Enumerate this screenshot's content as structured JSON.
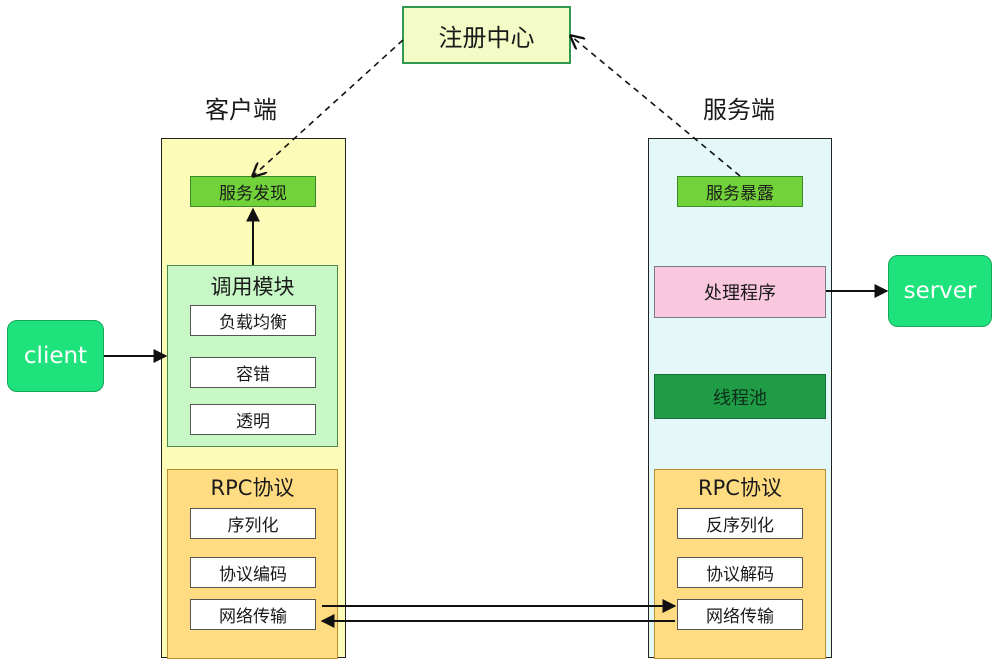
{
  "registry": {
    "label": "注册中心"
  },
  "client_side": {
    "heading": "客户端",
    "discovery": "服务发现",
    "call_module": {
      "title": "调用模块",
      "items": [
        "负载均衡",
        "容错",
        "透明"
      ]
    },
    "rpc": {
      "title": "RPC协议",
      "items": [
        "序列化",
        "协议编码",
        "网络传输"
      ]
    }
  },
  "server_side": {
    "heading": "服务端",
    "exposure": "服务暴露",
    "handler": "处理程序",
    "thread_pool": "线程池",
    "rpc": {
      "title": "RPC协议",
      "items": [
        "反序列化",
        "协议解码",
        "网络传输"
      ]
    }
  },
  "client_node": "client",
  "server_node": "server",
  "colors": {
    "client_column": "#fdfbb8",
    "server_column": "#e4f8f9",
    "green_tag": "#72d23a",
    "call_module": "#c6f7c4",
    "rpc_module": "#ffdc82",
    "handler": "#f9c7de",
    "thread_pool": "#1f9c45",
    "pill": "#1ee27c"
  }
}
